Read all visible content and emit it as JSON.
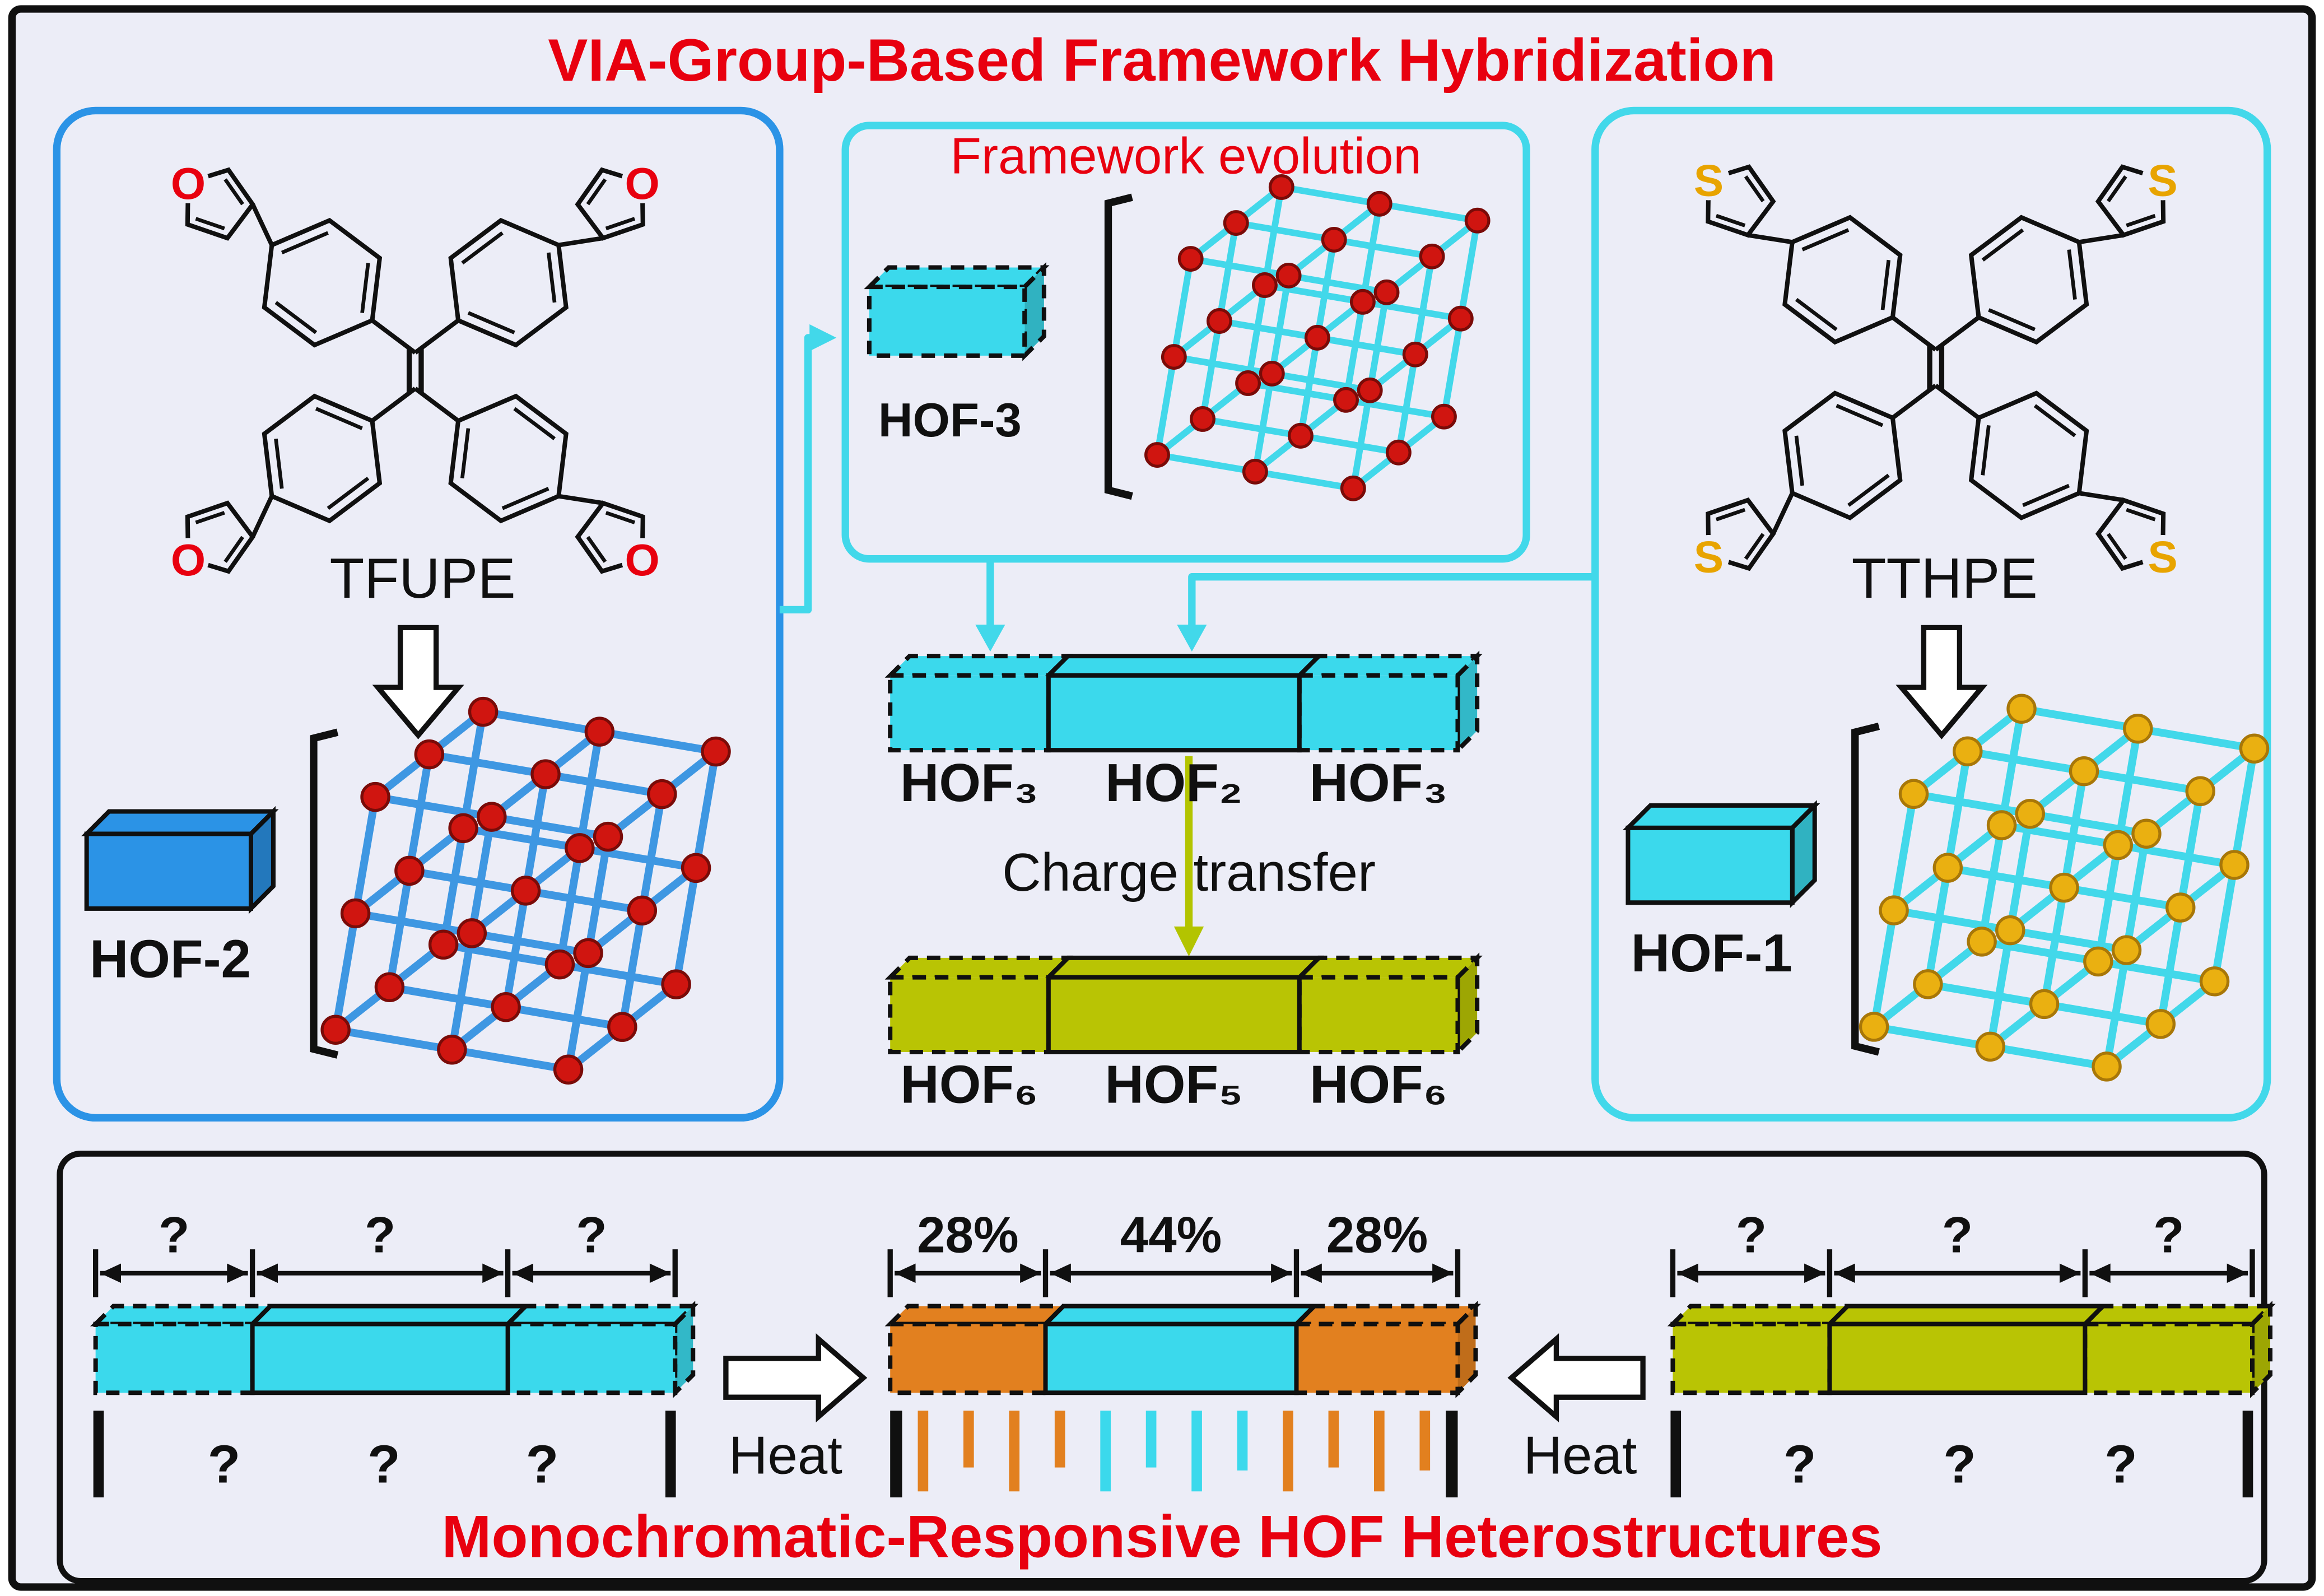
{
  "title": "VIA-Group-Based Framework Hybridization",
  "colors": {
    "red": "#e8000f",
    "ink": "#101010",
    "bg": "#ecedf7",
    "cyan": "#3bd9ec",
    "cyan_edge": "#42d8ea",
    "blue": "#2b93e6",
    "blue_edge": "#3e97e2",
    "olive": "#b9c404",
    "olive_arrow": "#b3c400",
    "orange": "#e2801f",
    "red_sphere": "#d01510",
    "gold_sphere": "#eab011",
    "gold_atom": "#e8a400"
  },
  "evolution": {
    "label": "Framework evolution",
    "hof3_label": "HOF-3"
  },
  "left_panel": {
    "molecule": "TFUPE",
    "atom": "O",
    "hof_label": "HOF-2"
  },
  "right_panel": {
    "molecule": "TTHPE",
    "atom": "S",
    "hof_label": "HOF-1"
  },
  "middle": {
    "cyan_bar_labels": [
      "HOF₃",
      "HOF₂",
      "HOF₃"
    ],
    "charge_transfer": "Charge transfer",
    "olive_bar_labels": [
      "HOF₆",
      "HOF₅",
      "HOF₆"
    ]
  },
  "bottom": {
    "title": "Monochromatic-Responsive HOF Heterostructures",
    "heat_left": "Heat",
    "heat_right": "Heat",
    "left_bar": {
      "top_labels": [
        "?",
        "?",
        "?"
      ],
      "bottom_labels": [
        "?",
        "?",
        "?"
      ]
    },
    "center_bar": {
      "top_labels": [
        "28%",
        "44%",
        "28%"
      ]
    },
    "right_bar": {
      "top_labels": [
        "?",
        "?",
        "?"
      ],
      "bottom_labels": [
        "?",
        "?",
        "?"
      ]
    },
    "emission_lines": [
      {
        "color": "orange",
        "h": 54
      },
      {
        "color": "orange",
        "h": 38
      },
      {
        "color": "orange",
        "h": 54
      },
      {
        "color": "orange",
        "h": 38
      },
      {
        "color": "cyan",
        "h": 54
      },
      {
        "color": "cyan",
        "h": 38
      },
      {
        "color": "cyan",
        "h": 54
      },
      {
        "color": "cyan",
        "h": 40
      },
      {
        "color": "orange",
        "h": 54
      },
      {
        "color": "orange",
        "h": 38
      },
      {
        "color": "orange",
        "h": 54
      },
      {
        "color": "orange",
        "h": 40
      }
    ]
  }
}
